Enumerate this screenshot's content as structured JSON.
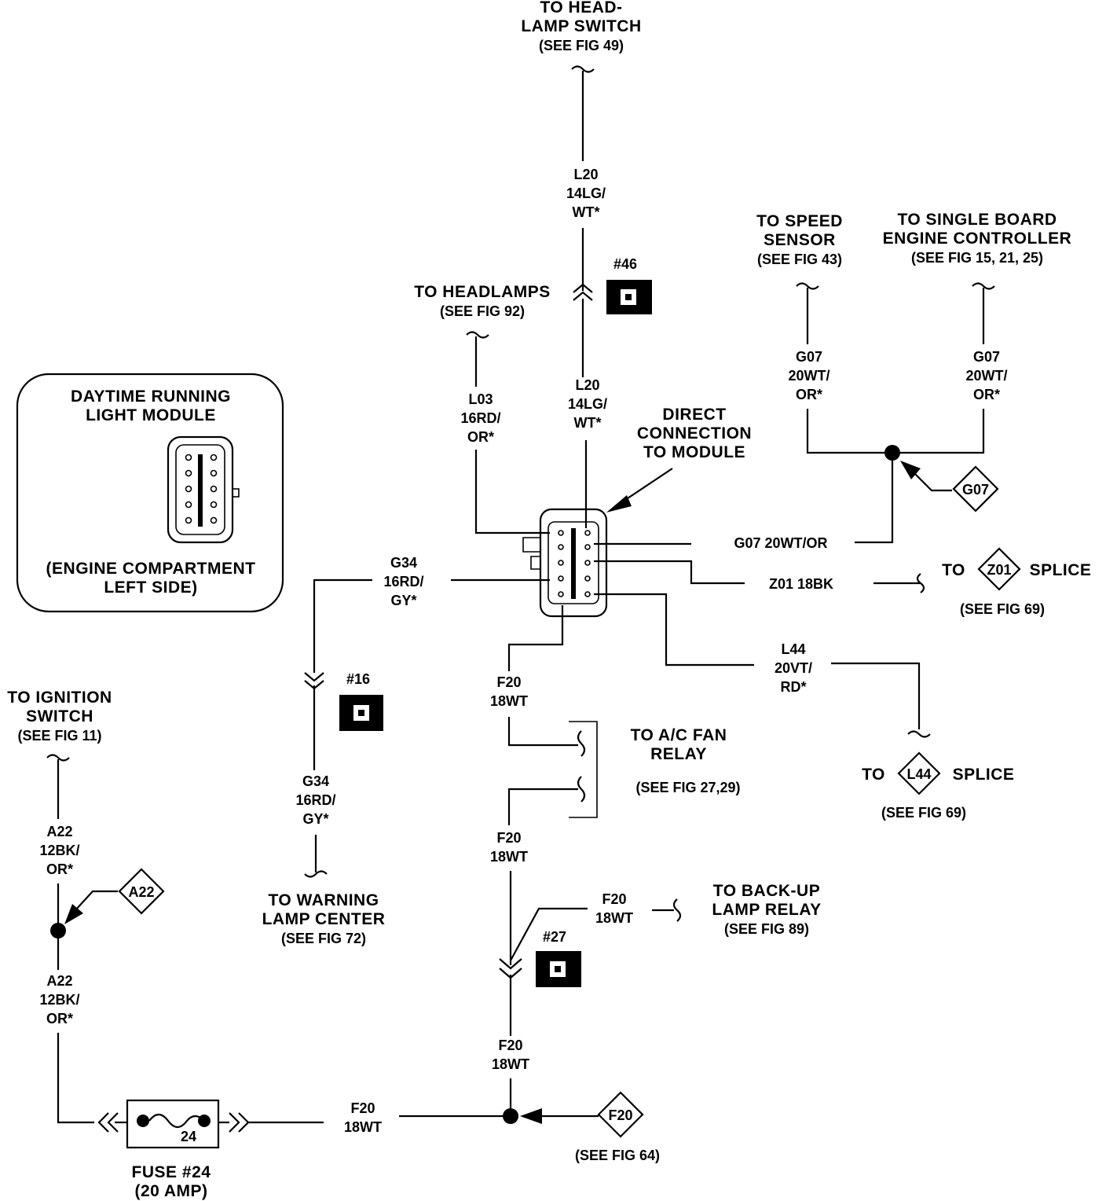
{
  "module": {
    "title1": "DAYTIME RUNNING",
    "title2": "LIGHT MODULE",
    "location1": "(ENGINE COMPARTMENT",
    "location2": "LEFT SIDE)"
  },
  "headlamp_switch": {
    "line1": "TO HEAD-",
    "line2": "LAMP SWITCH",
    "line3": "(SEE FIG 49)"
  },
  "headlamps": {
    "line1": "TO HEADLAMPS",
    "line2": "(SEE FIG 92)"
  },
  "speed_sensor": {
    "line1": "TO SPEED",
    "line2": "SENSOR",
    "line3": "(SEE FIG 43)"
  },
  "sbec": {
    "line1": "TO SINGLE BOARD",
    "line2": "ENGINE CONTROLLER",
    "line3": "(SEE FIG 15, 21, 25)"
  },
  "direct_connection": {
    "line1": "DIRECT",
    "line2": "CONNECTION",
    "line3": "TO MODULE"
  },
  "wires": {
    "l20_top": [
      "L20",
      "14LG/",
      "WT*"
    ],
    "l20_mid": [
      "L20",
      "14LG/",
      "WT*"
    ],
    "l03": [
      "L03",
      "16RD/",
      "OR*"
    ],
    "g07_left": [
      "G07",
      "20WT/",
      "OR*"
    ],
    "g07_right": [
      "G07",
      "20WT/",
      "OR*"
    ],
    "g07_module": "G07   20WT/OR",
    "z01_module": "Z01   18BK",
    "g34_upper": [
      "G34",
      "16RD/",
      "GY*"
    ],
    "g34_lower": [
      "G34",
      "16RD/",
      "GY*"
    ],
    "l44": [
      "L44",
      "20VT/",
      "RD*"
    ],
    "f20_a": [
      "F20",
      "18WT"
    ],
    "f20_b": [
      "F20",
      "18WT"
    ],
    "f20_c": [
      "F20",
      "18WT"
    ],
    "f20_d": [
      "F20",
      "18WT"
    ],
    "f20_e": [
      "F20",
      "18WT"
    ],
    "a22_upper": [
      "A22",
      "12BK/",
      "OR*"
    ],
    "a22_lower": [
      "A22",
      "12BK/",
      "OR*"
    ]
  },
  "connectors": {
    "c46": "#46",
    "c16": "#16",
    "c27": "#27"
  },
  "splices": {
    "g07": "G07",
    "z01": "Z01",
    "l44": "L44",
    "a22": "A22",
    "f20": "F20"
  },
  "z01_dest": {
    "prefix": "TO",
    "suffix": "SPLICE",
    "ref": "(SEE FIG 69)"
  },
  "l44_dest": {
    "prefix": "TO",
    "suffix": "SPLICE",
    "ref": "(SEE FIG 69)"
  },
  "ac_fan": {
    "line1": "TO A/C FAN",
    "line2": "RELAY",
    "line3": "(SEE FIG 27,29)"
  },
  "warning_lamp": {
    "line1": "TO WARNING",
    "line2": "LAMP CENTER",
    "line3": "(SEE FIG 72)"
  },
  "backup": {
    "line1": "TO BACK-UP",
    "line2": "LAMP  RELAY",
    "line3": "(SEE FIG 89)"
  },
  "ignition": {
    "line1": "TO IGNITION",
    "line2": "SWITCH",
    "line3": "(SEE FIG 11)"
  },
  "fuse": {
    "number": "24",
    "line1": "FUSE  #24",
    "line2": "(20 AMP)"
  },
  "f20_ref": "(SEE FIG 64)"
}
